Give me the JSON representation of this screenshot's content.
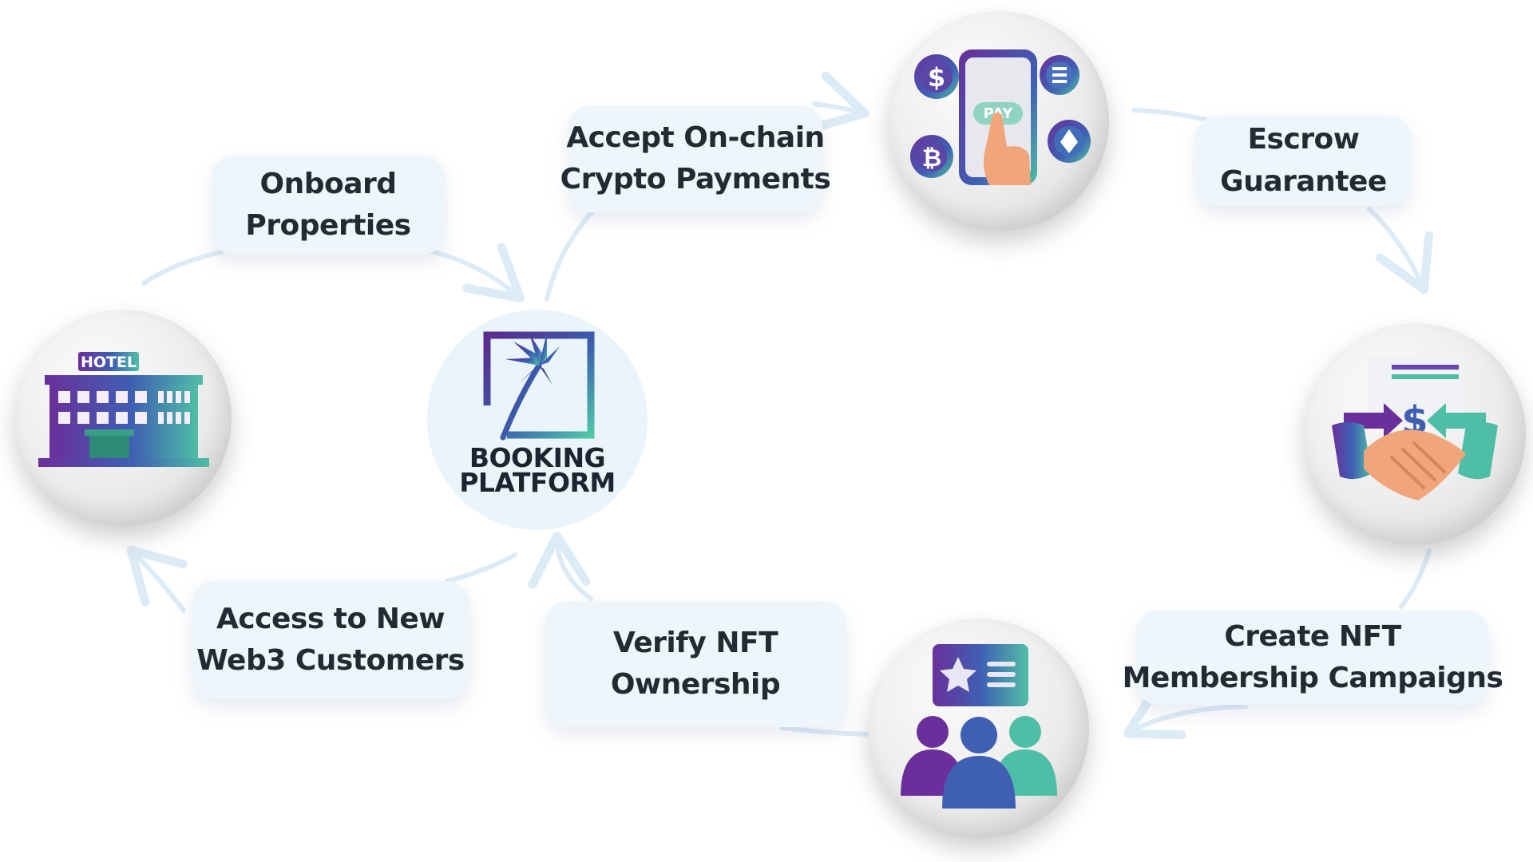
{
  "center": {
    "logo_icon": "palm-tree-logo-icon",
    "title_line1": "BOOKING",
    "title_line2": "PLATFORM"
  },
  "nodes": {
    "hotel": {
      "icon": "hotel-building-icon",
      "sign_text": "HOTEL"
    },
    "payment": {
      "icon": "crypto-pay-phone-icon",
      "button_text": "PAY"
    },
    "escrow": {
      "icon": "handshake-escrow-icon"
    },
    "community": {
      "icon": "nft-members-group-icon"
    }
  },
  "steps": [
    {
      "id": "onboard",
      "lines": [
        "Onboard",
        "Properties"
      ]
    },
    {
      "id": "accept",
      "lines": [
        "Accept  On-chain",
        "Crypto Payments"
      ]
    },
    {
      "id": "escrow",
      "lines": [
        "Escrow",
        "Guarantee"
      ]
    },
    {
      "id": "create",
      "lines": [
        "Create NFT",
        "Membership Campaigns"
      ]
    },
    {
      "id": "verify",
      "lines": [
        "Verify NFT",
        "Ownership"
      ]
    },
    {
      "id": "access",
      "lines": [
        "Access to New",
        "Web3 Customers"
      ]
    }
  ],
  "colors": {
    "label_bg": "#eef6fc",
    "arrow": "#dcecf7",
    "gradient_purple": "#5b2a8c",
    "gradient_blue": "#3a5fb0",
    "gradient_teal": "#4fc6a8",
    "text_dark": "#232a35"
  }
}
